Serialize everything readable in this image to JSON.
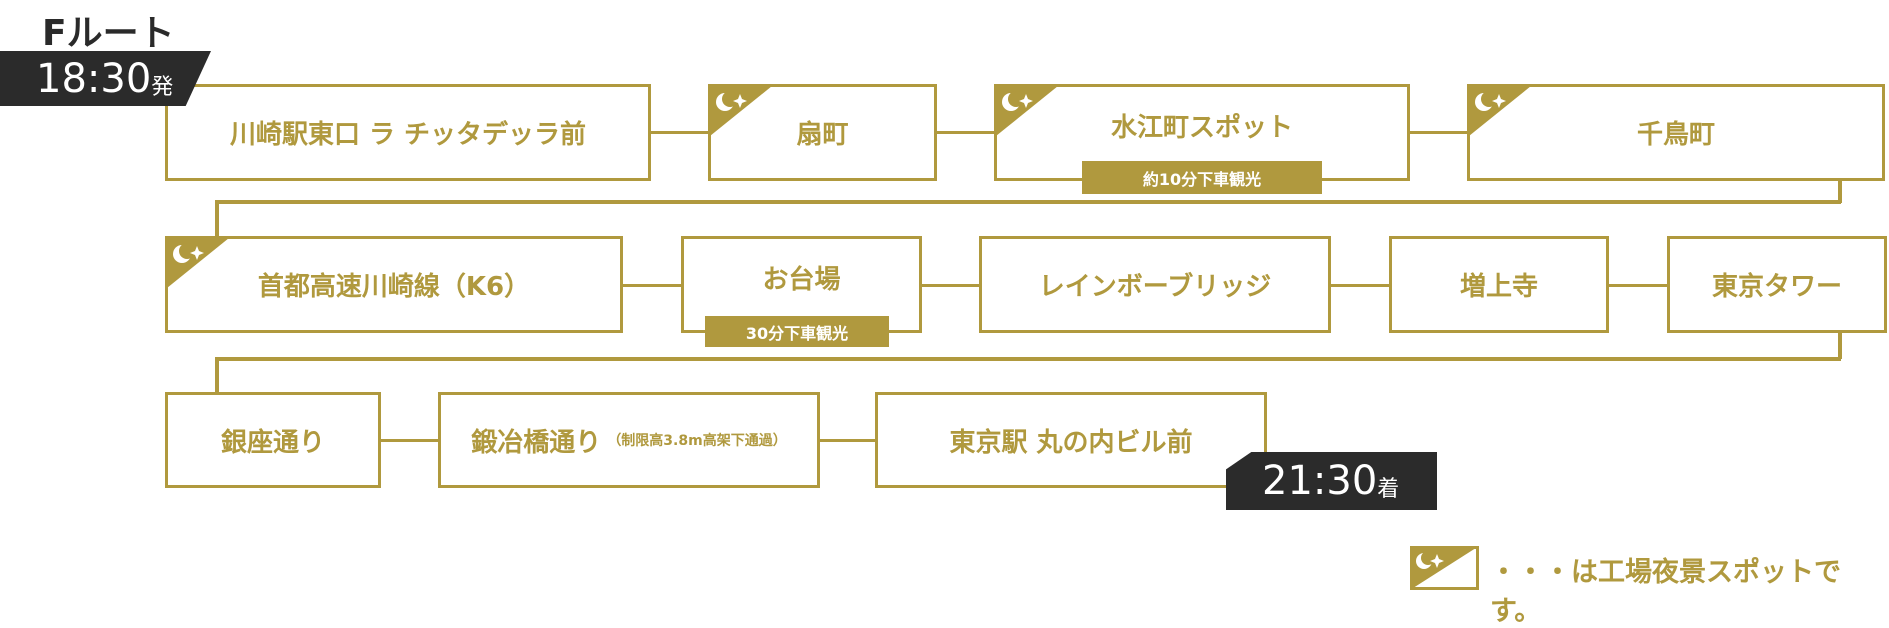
{
  "route_title": "Fルート",
  "departure": {
    "time": "18:30",
    "suffix": "発"
  },
  "arrival": {
    "time": "21:30",
    "suffix": "着"
  },
  "stops": [
    {
      "name": "川崎駅東口 ラ チッタデッラ前",
      "night_spot": false
    },
    {
      "name": "扇町",
      "night_spot": true
    },
    {
      "name": "水江町スポット",
      "night_spot": true,
      "note": "約10分下車観光"
    },
    {
      "name": "千鳥町",
      "night_spot": true
    },
    {
      "name": "首都高速川崎線（K6）",
      "night_spot": true
    },
    {
      "name": "お台場",
      "night_spot": false,
      "note": "30分下車観光"
    },
    {
      "name": "レインボーブリッジ",
      "night_spot": false
    },
    {
      "name": "増上寺",
      "night_spot": false
    },
    {
      "name": "東京タワー",
      "night_spot": false
    },
    {
      "name": "銀座通り",
      "night_spot": false
    },
    {
      "name": "鍛冶橋通り",
      "sub": "（制限高3.8m高架下通過）",
      "night_spot": false
    },
    {
      "name": "東京駅 丸の内ビル前",
      "night_spot": false
    }
  ],
  "legend": {
    "text": "・・・は工場夜景スポットです。",
    "icon": "moon-stars-icon"
  },
  "colors": {
    "gold": "#b0993e",
    "dark": "#2b2b2b"
  }
}
